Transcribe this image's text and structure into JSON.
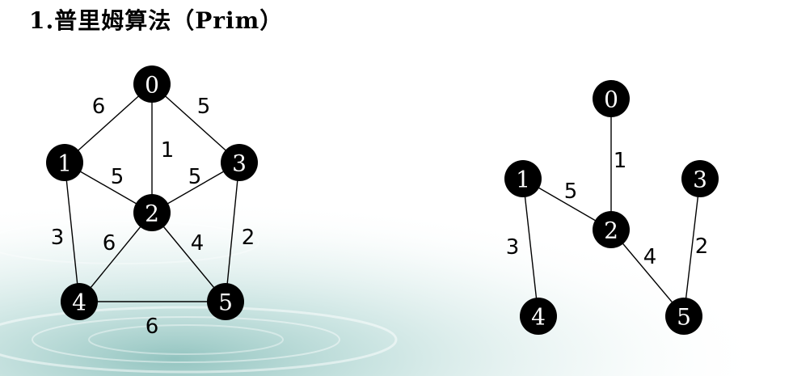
{
  "title": "1.普里姆算法（Prim）",
  "graphs": [
    {
      "name": "full",
      "nodes": [
        "0",
        "1",
        "2",
        "3",
        "4",
        "5"
      ],
      "edges": [
        {
          "from": "0",
          "to": "1",
          "weight": "6"
        },
        {
          "from": "0",
          "to": "3",
          "weight": "5"
        },
        {
          "from": "0",
          "to": "2",
          "weight": "1"
        },
        {
          "from": "1",
          "to": "2",
          "weight": "5"
        },
        {
          "from": "3",
          "to": "2",
          "weight": "5"
        },
        {
          "from": "1",
          "to": "4",
          "weight": "3"
        },
        {
          "from": "2",
          "to": "4",
          "weight": "6"
        },
        {
          "from": "2",
          "to": "5",
          "weight": "4"
        },
        {
          "from": "3",
          "to": "5",
          "weight": "2"
        },
        {
          "from": "4",
          "to": "5",
          "weight": "6"
        }
      ]
    },
    {
      "name": "mst",
      "nodes": [
        "0",
        "1",
        "2",
        "3",
        "4",
        "5"
      ],
      "edges": [
        {
          "from": "0",
          "to": "2",
          "weight": "1"
        },
        {
          "from": "1",
          "to": "2",
          "weight": "5"
        },
        {
          "from": "1",
          "to": "4",
          "weight": "3"
        },
        {
          "from": "2",
          "to": "5",
          "weight": "4"
        },
        {
          "from": "3",
          "to": "5",
          "weight": "2"
        }
      ]
    }
  ]
}
